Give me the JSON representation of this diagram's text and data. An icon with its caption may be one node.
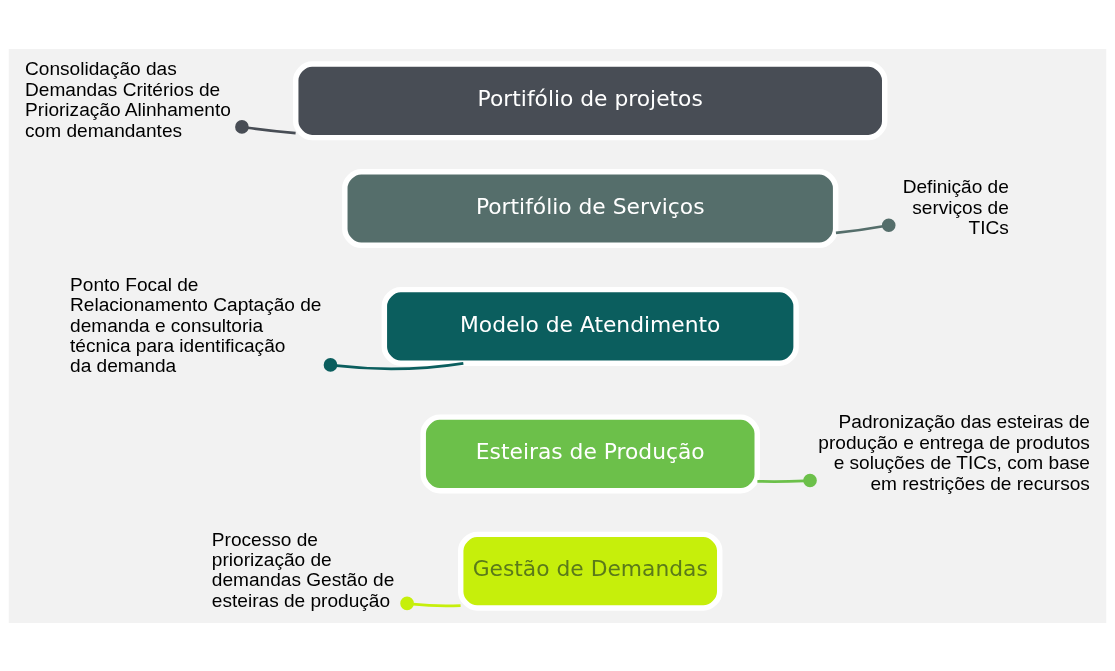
{
  "diagram": {
    "nodes": [
      {
        "text": [
          "Portifólio de projetos"
        ]
      },
      {
        "text": [
          "Portifólio de Serviços"
        ]
      },
      {
        "text": [
          "Modelo de Atendimento"
        ]
      },
      {
        "text": [
          "Esteiras de Produção"
        ]
      },
      {
        "text": [
          "Gestão de Demandas"
        ]
      },
      {
        "text": [
          "Consolidação das Demandas Critérios de Priorização Alinhamento com demandantes"
        ]
      },
      {
        "text": [
          "Definição de serviços de TICs"
        ]
      },
      {
        "text": [
          "Ponto Focal de Relacionamento Captação de demanda e consultoria técnica para identificação da demanda"
        ]
      },
      {
        "text": [
          "Padronização das esteiras de produção e entrega de produtos e soluções de TICs, com base em restrições de recursos"
        ]
      },
      {
        "text": [
          "Processo de priorização de demandas Gestão de esteiras de produção"
        ]
      }
    ],
    "edges": [
      {
        "from": 0,
        "to": 5,
        "arrow": "other",
        "color": "#484d55"
      },
      {
        "from": 1,
        "to": 6,
        "arrow": "other",
        "color": "#556e6b"
      },
      {
        "from": 2,
        "to": 7,
        "arrow": "other",
        "color": "#0b5e5e"
      },
      {
        "from": 3,
        "to": 8,
        "arrow": "other",
        "color": "#6cc04a"
      },
      {
        "from": 4,
        "to": 9,
        "arrow": "other",
        "color": "#c6ef0b"
      }
    ]
  }
}
